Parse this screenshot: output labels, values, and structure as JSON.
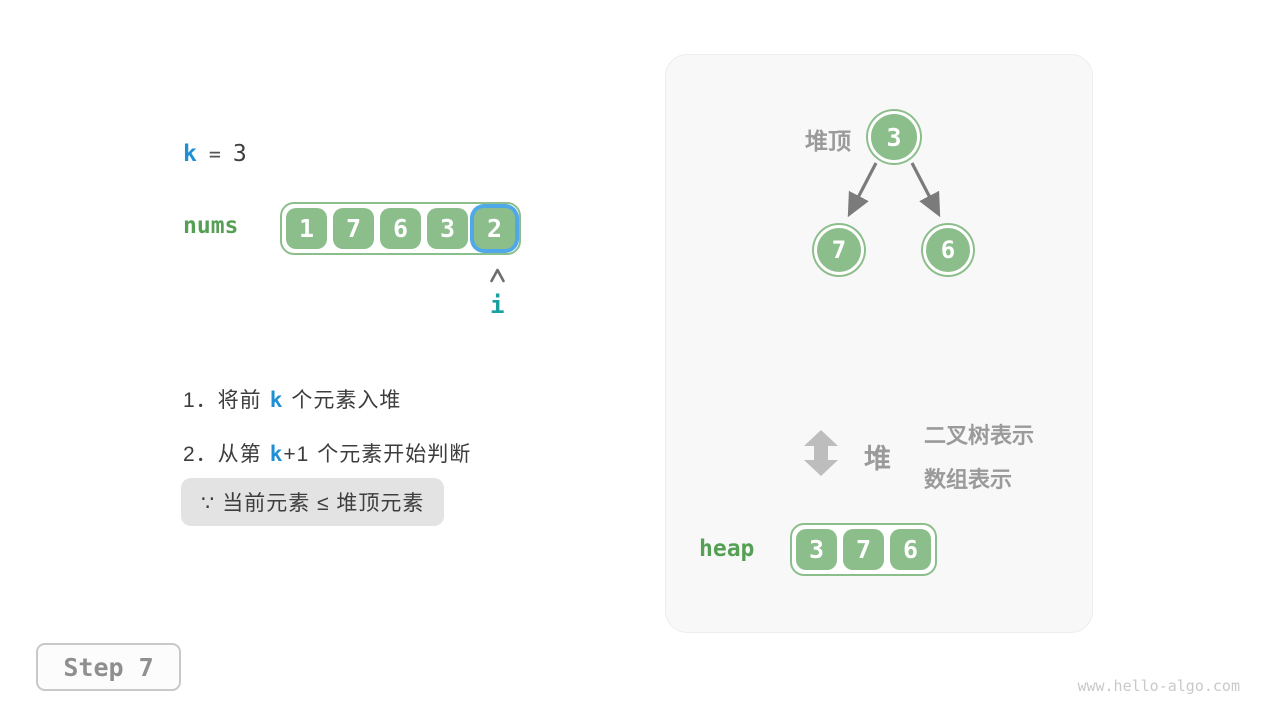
{
  "colors": {
    "green_fill": "#8CBE8C",
    "green_text": "#55A055",
    "blue_variable": "#1F8FD5",
    "blue_highlight_border": "#4FA8E8",
    "teal_pointer": "#18A0A0",
    "gray_label": "#9A9A9A",
    "note_background": "#E3E3E3",
    "panel_background": "#F8F8F8"
  },
  "left": {
    "k_label": "k",
    "equals_sign": "=",
    "k_value": "3",
    "nums_label": "nums",
    "nums_values": [
      "1",
      "7",
      "6",
      "3",
      "2"
    ],
    "highlighted_index": 4,
    "pointer_label": "i",
    "step1": {
      "pre": "1．将前",
      "k": "k",
      "post": "个元素入堆"
    },
    "step2": {
      "pre": "2．从第",
      "k": "k",
      "plus": "+1",
      "post": "个元素开始判断"
    },
    "note": "∵ 当前元素 ≤ 堆顶元素"
  },
  "panel": {
    "heap_top_label": "堆顶",
    "tree": {
      "root": "3",
      "left_child": "7",
      "right_child": "6"
    },
    "legend": {
      "heap_word": "堆",
      "line1": "二叉树表示",
      "line2": "数组表示",
      "arrow_icon": "up-down-arrow"
    },
    "heap_label": "heap",
    "heap_values": [
      "3",
      "7",
      "6"
    ]
  },
  "footer": {
    "step_label": "Step 7",
    "watermark": "www.hello-algo.com"
  }
}
